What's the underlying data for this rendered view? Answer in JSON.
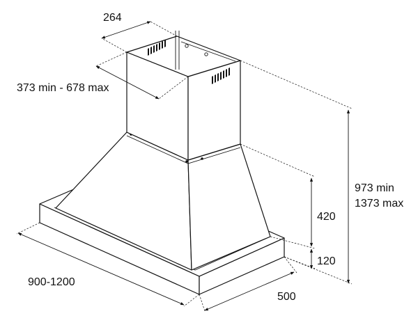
{
  "dimensions": {
    "chimney_depth": "264",
    "chimney_height_range": "373 min - 678 max",
    "total_height_min": "973 min",
    "total_height_max": "1373 max",
    "hood_height": "420",
    "base_height": "120",
    "width": "900-1200",
    "depth": "500"
  },
  "colors": {
    "line": "#111111",
    "background": "#ffffff"
  }
}
